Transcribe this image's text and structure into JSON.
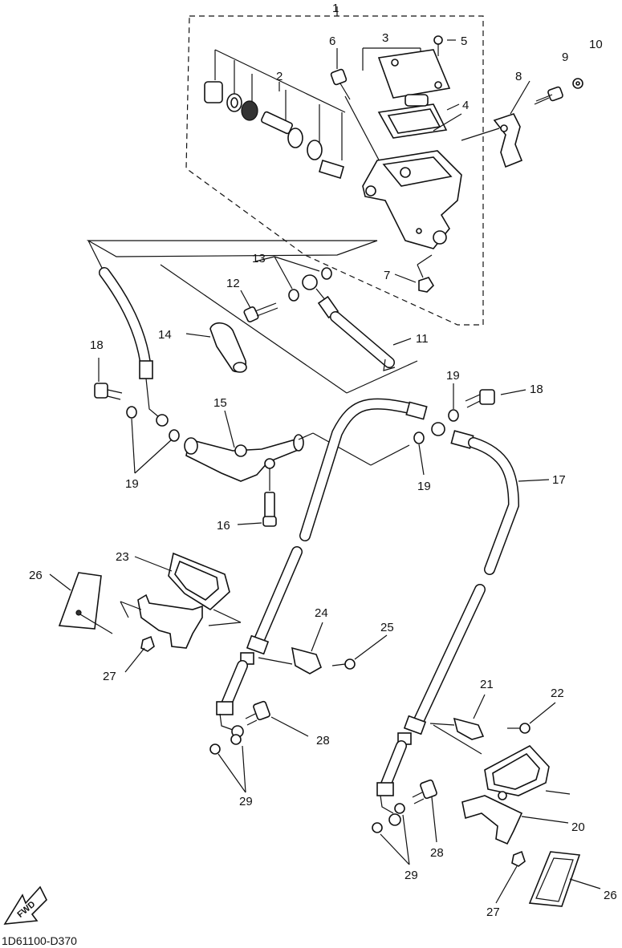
{
  "diagram": {
    "drawing_code": "1D61100-D370",
    "fwd_label": "FWD",
    "callouts": {
      "c1": "1",
      "c2": "2",
      "c3": "3",
      "c4": "4",
      "c5": "5",
      "c6": "6",
      "c7": "7",
      "c8": "8",
      "c9": "9",
      "c10": "10",
      "c11": "11",
      "c12": "12",
      "c13": "13",
      "c14": "14",
      "c15": "15",
      "c16": "16",
      "c17": "17",
      "c18a": "18",
      "c18b": "18",
      "c19a": "19",
      "c19b": "19",
      "c19c": "19",
      "c20": "20",
      "c21": "21",
      "c22": "22",
      "c23": "23",
      "c24": "24",
      "c25": "25",
      "c26a": "26",
      "c26b": "26",
      "c27a": "27",
      "c27b": "27",
      "c28a": "28",
      "c28b": "28",
      "c29a": "29",
      "c29b": "29"
    }
  }
}
